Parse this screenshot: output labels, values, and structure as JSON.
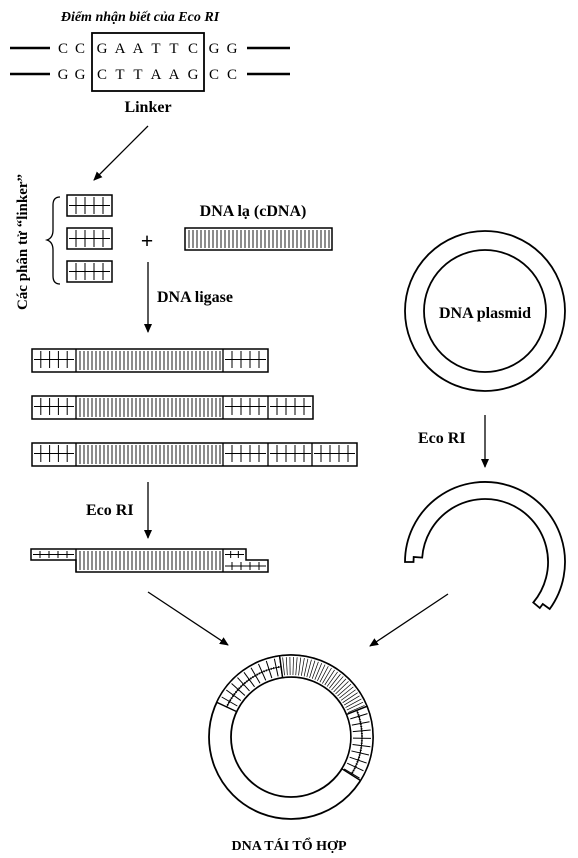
{
  "recognition_site": {
    "title": "Điểm nhận biết của Eco RI",
    "top_strand": [
      "C",
      "C",
      "G",
      "A",
      "A",
      "T",
      "T",
      "C",
      "G",
      "G"
    ],
    "bottom_strand": [
      "G",
      "G",
      "C",
      "T",
      "T",
      "A",
      "A",
      "G",
      "C",
      "C"
    ],
    "box_label": "Linker"
  },
  "linker_molecules": {
    "label": "Các phân tử “linker”",
    "count": 3
  },
  "plus_sign": "+",
  "foreign_dna": {
    "label": "DNA lạ (cDNA)"
  },
  "steps": {
    "ligase": "DNA ligase",
    "ecori_left": "Eco RI",
    "ecori_right": "Eco RI"
  },
  "plasmid": {
    "label": "DNA plasmid"
  },
  "result": {
    "label": "DNA TÁI TỔ HỢP"
  },
  "colors": {
    "ink": "#000000",
    "paper": "#ffffff"
  }
}
